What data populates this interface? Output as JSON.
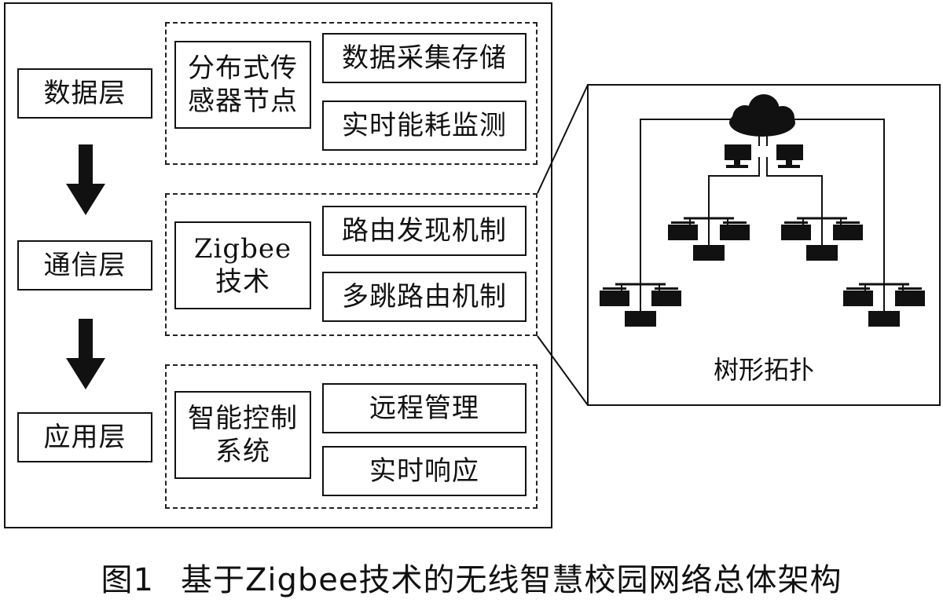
{
  "layers": {
    "data": "数据层",
    "comm": "通信层",
    "app": "应用层"
  },
  "data_group": {
    "node": "分布式传\n感器节点",
    "items": [
      "数据采集存储",
      "实时能耗监测"
    ]
  },
  "comm_group": {
    "node": "Zigbee\n技术",
    "items": [
      "路由发现机制",
      "多跳路由机制"
    ]
  },
  "app_group": {
    "node": "智能控制\n系统",
    "items": [
      "远程管理",
      "实时响应"
    ]
  },
  "topology": {
    "label": "树形拓扑"
  },
  "caption": {
    "number": "图1",
    "text": "基于Zigbee技术的无线智慧校园网络总体架构"
  }
}
